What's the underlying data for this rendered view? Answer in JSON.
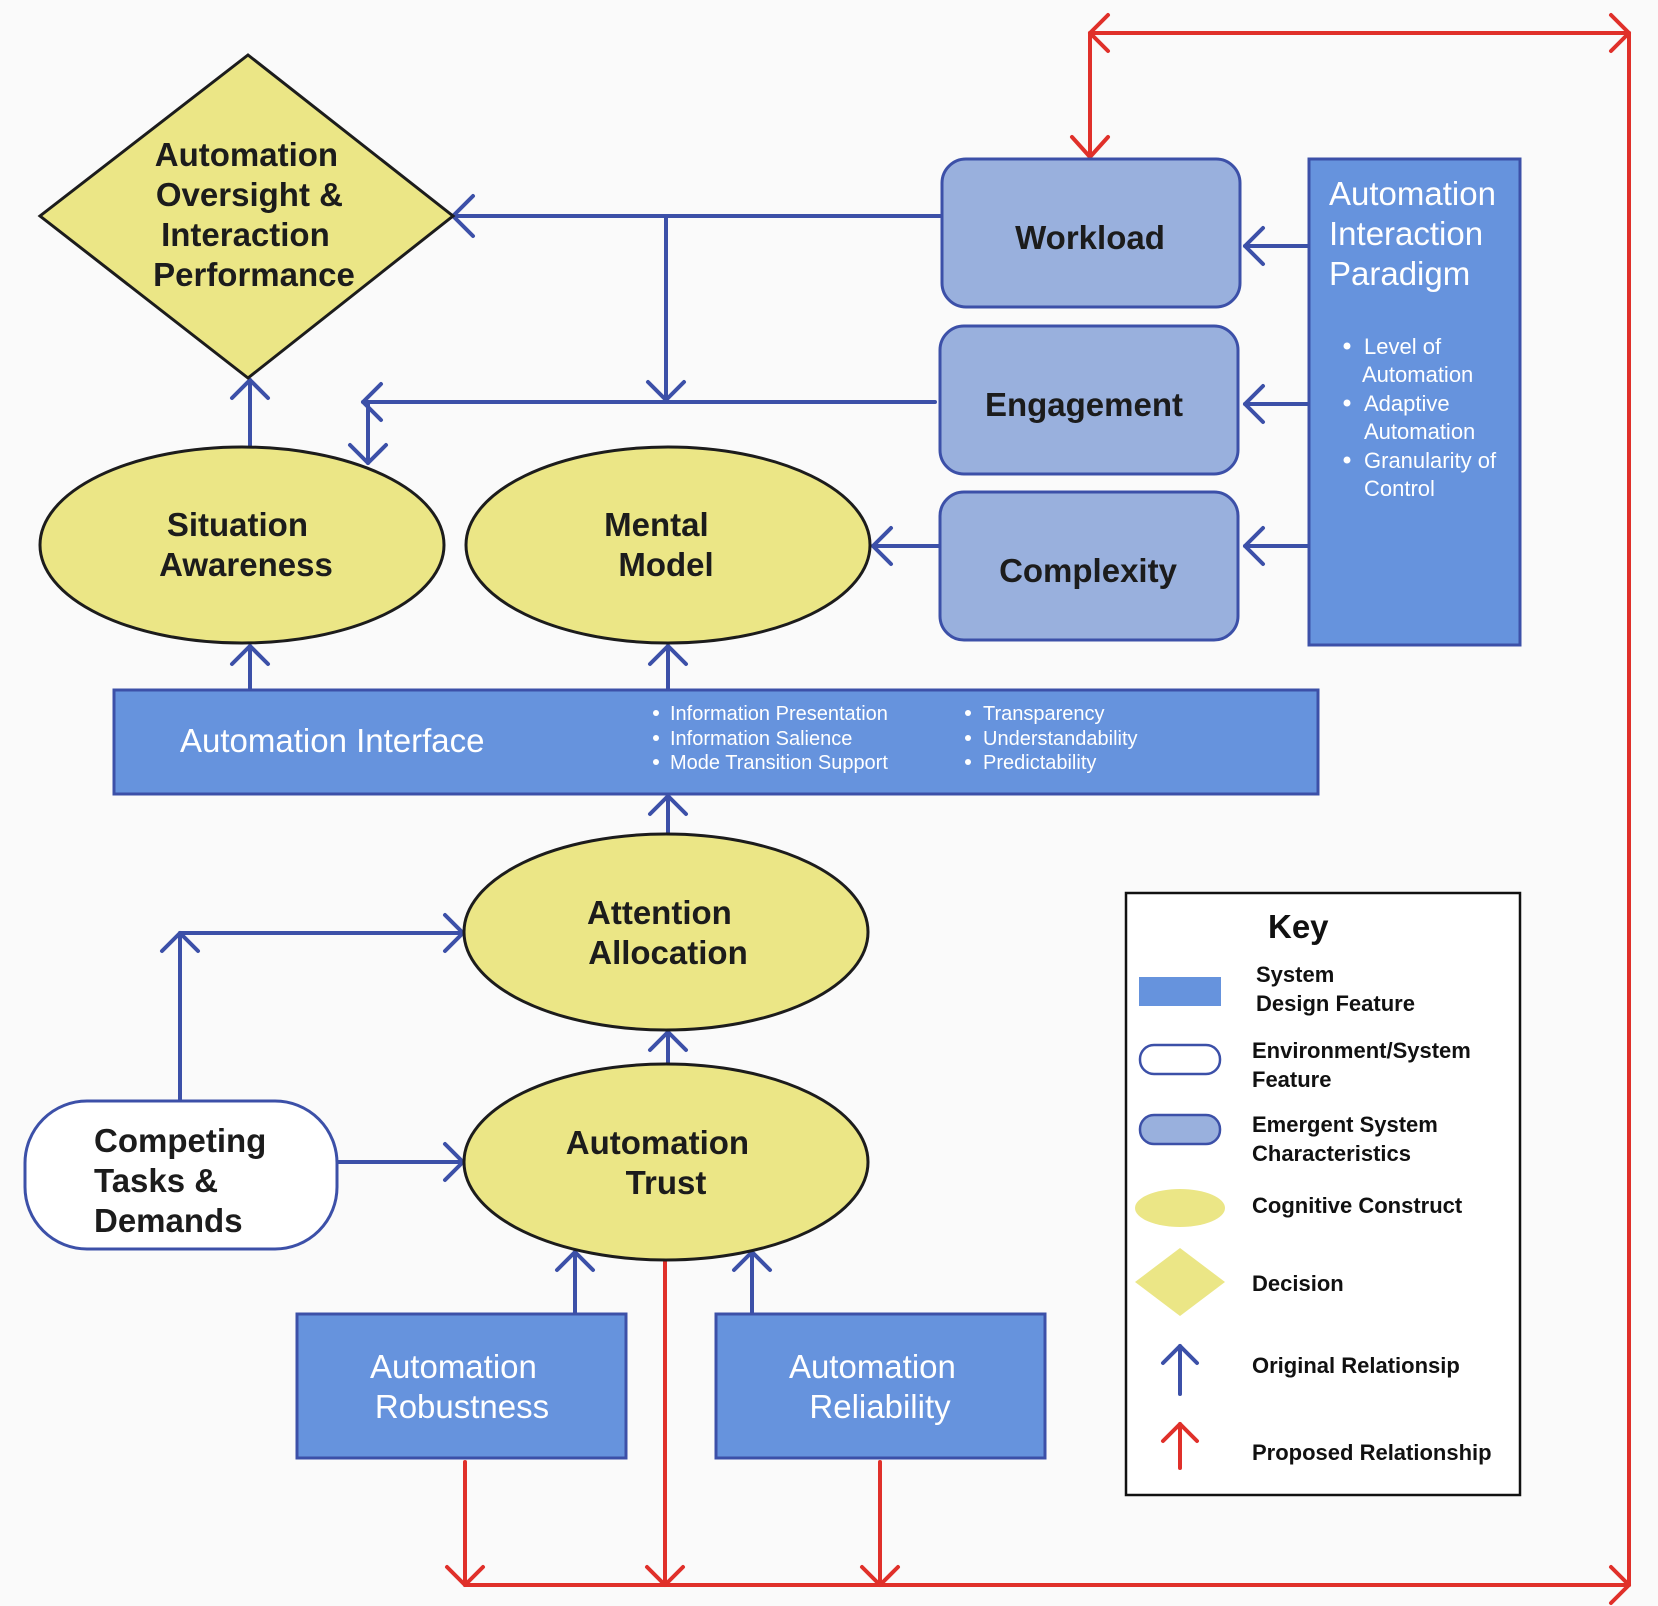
{
  "colors": {
    "system_design": "#6693dd",
    "emergent": "#99b0dd",
    "cognitive": "#ebe686",
    "original_arrow": "#3c50a8",
    "proposed_arrow": "#e0302a",
    "outline": "#3c50a8"
  },
  "decision": {
    "lines": [
      "Automation",
      "Oversight &",
      "Interaction",
      "Performance"
    ]
  },
  "cognitive": {
    "situation_awareness": [
      "Situation",
      "Awareness"
    ],
    "mental_model": [
      "Mental",
      "Model"
    ],
    "attention_allocation": [
      "Attention",
      "Allocation"
    ],
    "automation_trust": [
      "Automation",
      "Trust"
    ]
  },
  "emergent": {
    "workload": "Workload",
    "engagement": "Engagement",
    "complexity": "Complexity"
  },
  "paradigm": {
    "title_lines": [
      "Automation",
      "Interaction",
      "Paradigm"
    ],
    "bullet_lines": [
      "Level of",
      "Automation",
      "Adaptive",
      "Automation",
      "Granularity of",
      "Control"
    ]
  },
  "interface": {
    "title": "Automation Interface",
    "bullets_left": [
      "Information Presentation",
      "Information Salience",
      "Mode Transition Support"
    ],
    "bullets_right": [
      "Transparency",
      "Understandability",
      "Predictability"
    ]
  },
  "environment": {
    "competing_tasks": [
      "Competing",
      "Tasks &",
      "Demands"
    ]
  },
  "system_features": {
    "robustness": [
      "Automation",
      "Robustness"
    ],
    "reliability": [
      "Automation",
      "Reliability"
    ]
  },
  "key": {
    "title": "Key",
    "system_design_feature": [
      "System",
      "Design Feature"
    ],
    "environment_system_feature": [
      "Environment/System",
      "Feature"
    ],
    "emergent_system_characteristics": [
      "Emergent System",
      "Characteristics"
    ],
    "cognitive_construct": "Cognitive Construct",
    "decision": "Decision",
    "original_relationship": "Original Relationsip",
    "proposed_relationship": "Proposed Relationship"
  }
}
